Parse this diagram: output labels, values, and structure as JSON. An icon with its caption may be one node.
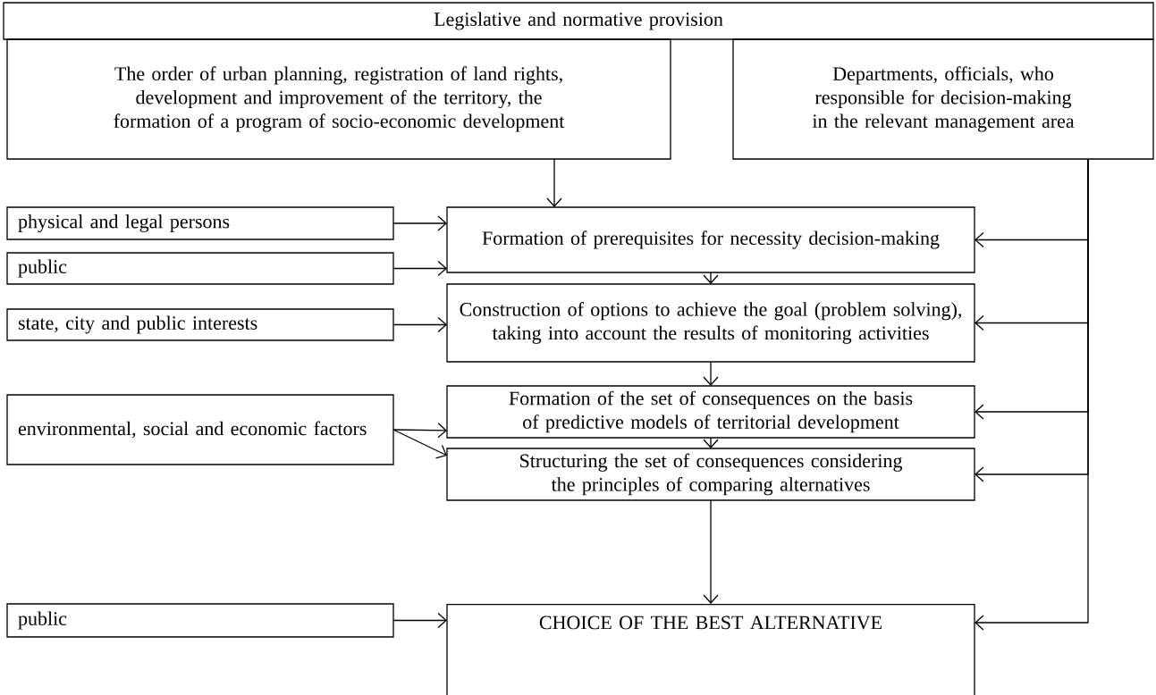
{
  "diagram": {
    "nodes": [
      {
        "text": [
          "Legislative and normative provision"
        ]
      },
      {
        "text": [
          "The order of urban planning, registration of land rights, development and improvement of the territory, the formation of a program of socio-economic development"
        ]
      },
      {
        "text": [
          "Departments, officials, who responsible for decision-making in the relevant management area"
        ]
      },
      {
        "text": [
          "physical and legal persons"
        ]
      },
      {
        "text": [
          "Formation of prerequisites for necessity decision-making"
        ]
      },
      {
        "text": [
          "public"
        ]
      },
      {
        "text": [
          "state, city and public interests"
        ]
      },
      {
        "text": [
          "Construction of options to achieve the goal (problem solving), taking into account the results of monitoring activities"
        ]
      },
      {
        "text": [
          "environmental, social and economic factors"
        ]
      },
      {
        "text": [
          "Formation of the set of consequences on the basis of predictive models of territorial development"
        ]
      },
      {
        "text": [
          "Structuring the set of consequences considering the principles of comparing alternatives"
        ]
      },
      {
        "text": [
          "public"
        ]
      },
      {
        "text": [
          "CHOICE OF THE BEST ALTERNATIVE"
        ]
      }
    ],
    "edges": [
      {
        "from": 1,
        "to": 4,
        "arrow": "to"
      },
      {
        "from": 3,
        "to": 4,
        "arrow": "to"
      },
      {
        "from": 5,
        "to": 4,
        "arrow": "to"
      },
      {
        "from": 2,
        "to": 4,
        "arrow": "to"
      },
      {
        "from": 4,
        "to": 7,
        "arrow": "to"
      },
      {
        "from": 6,
        "to": 7,
        "arrow": "to"
      },
      {
        "from": 2,
        "to": 7,
        "arrow": "to"
      },
      {
        "from": 7,
        "to": 9,
        "arrow": "to"
      },
      {
        "from": 8,
        "to": 9,
        "arrow": "to"
      },
      {
        "from": 2,
        "to": 9,
        "arrow": "to"
      },
      {
        "from": 8,
        "to": 10,
        "arrow": "to"
      },
      {
        "from": 9,
        "to": 10,
        "arrow": "to"
      },
      {
        "from": 2,
        "to": 10,
        "arrow": "to"
      },
      {
        "from": 10,
        "to": 12,
        "arrow": "to"
      },
      {
        "from": 11,
        "to": 12,
        "arrow": "to"
      },
      {
        "from": 2,
        "to": 12,
        "arrow": "to"
      }
    ]
  }
}
